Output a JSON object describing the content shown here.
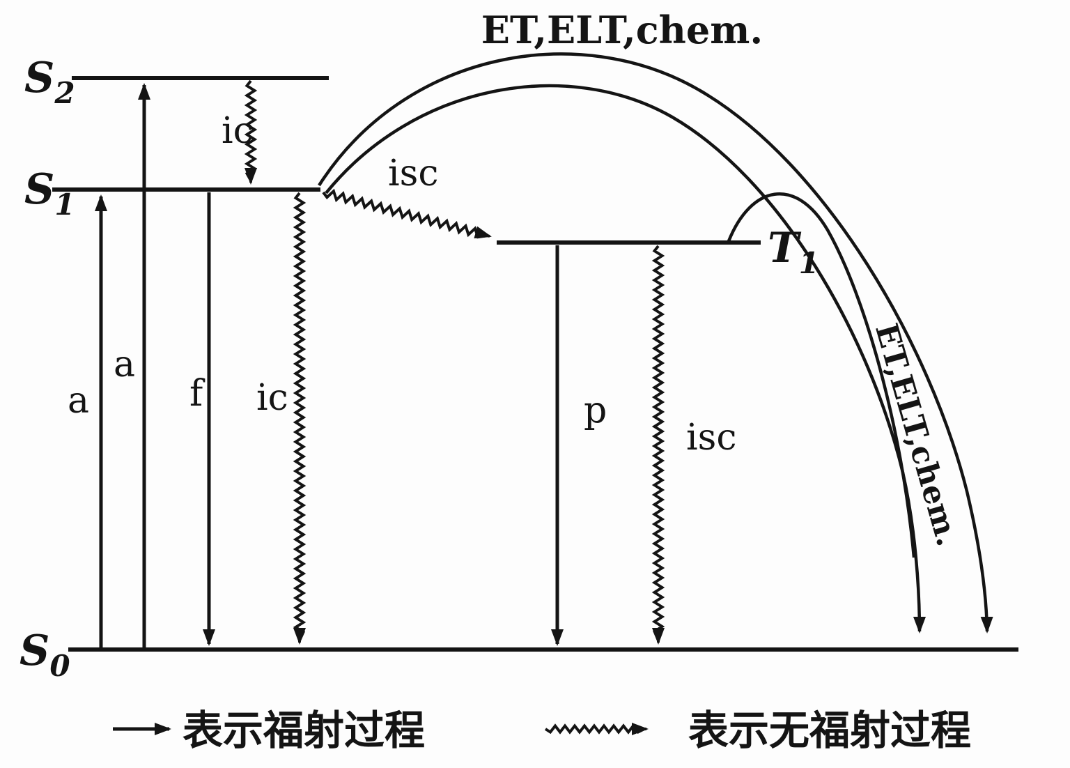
{
  "levels": {
    "s2": {
      "letter": "S",
      "sub": "2"
    },
    "s1": {
      "letter": "S",
      "sub": "1"
    },
    "t1": {
      "letter": "T",
      "sub": "1"
    },
    "s0": {
      "letter": "S",
      "sub": "0"
    }
  },
  "processes": {
    "absorption_to_s1": "a",
    "absorption_to_s2": "a",
    "internal_conversion_s2_s1": "ic",
    "fluorescence": "f",
    "internal_conversion_s1_s0": "ic",
    "intersystem_crossing_s1_t1": "isc",
    "phosphorescence": "p",
    "intersystem_crossing_t1_s0": "isc",
    "top_curve_label": "ET,ELT,chem.",
    "right_curve_label": "ET,ELT,chem."
  },
  "legend": {
    "radiative_label": "表示福射过程",
    "nonradiative_label": "表示无福射过程"
  },
  "colors": {
    "ink": "#141414",
    "background": "#fdfdfd"
  }
}
